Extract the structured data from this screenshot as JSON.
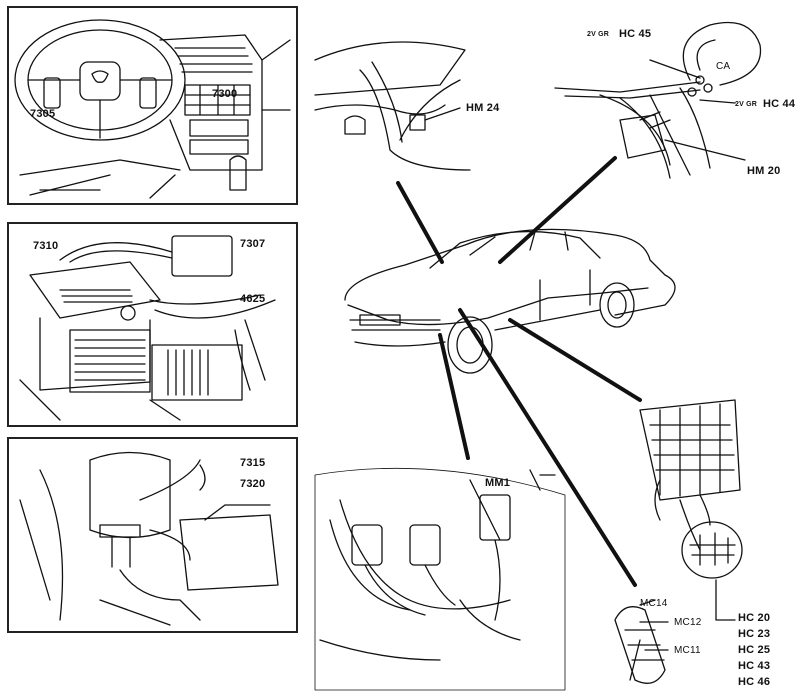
{
  "panels": {
    "dashboard": {
      "labels": [
        "7305",
        "7300"
      ]
    },
    "ecu": {
      "labels": [
        "7310",
        "7307",
        "4625"
      ]
    },
    "actuator": {
      "labels": [
        "7315",
        "7320"
      ]
    }
  },
  "callouts": {
    "hm24": "HM 24",
    "hc45": "HC 45",
    "hc45_prefix": "2V GR",
    "hc44": "HC 44",
    "hc44_prefix": "2V GR",
    "ca": "CA",
    "hm20": "HM 20",
    "mm1": "MM1",
    "mc14": "MC14",
    "mc12": "MC12",
    "mc11": "MC11",
    "hc_list": [
      "HC 20",
      "HC 23",
      "HC 25",
      "HC 43",
      "HC 46"
    ]
  }
}
